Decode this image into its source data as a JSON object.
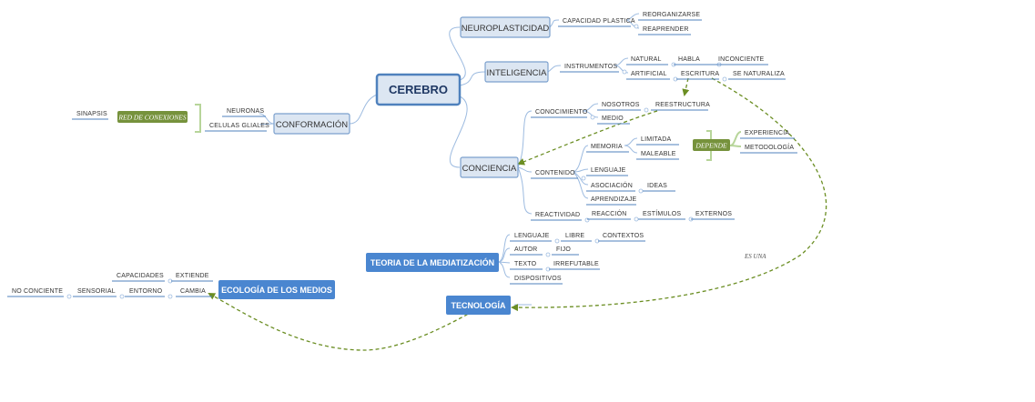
{
  "root": "CEREBRO",
  "main": {
    "neuroplasticidad": "NEUROPLASTICIDAD",
    "inteligencia": "INTELIGENCIA",
    "conciencia": "CONCIENCIA",
    "conformacion": "CONFORMACIÓN"
  },
  "topics": {
    "teoria": "TEORIA DE LA MEDIATIZACIÓN",
    "ecologia": "ECOLOGÍA DE LOS MEDIOS",
    "tecnologia": "TECNOLOGÍA"
  },
  "labels": {
    "capacidad_plastica": "CAPACIDAD PLASTICA",
    "reorganizarse": "REORGANIZARSE",
    "reaprender": "REAPRENDER",
    "instrumentos": "INSTRUMENTOS",
    "natural": "NATURAL",
    "habla": "HABLA",
    "inconciente": "INCONCIENTE",
    "artificial": "ARTIFICIAL",
    "escritura": "ESCRITURA",
    "se_naturaliza": "SE NATURALIZA",
    "conocimiento": "CONOCIMIENTO",
    "nosotros": "NOSOTROS",
    "reestructura": "REESTRUCTURA",
    "medio": "MEDIO",
    "memoria": "MEMORIA",
    "limitada": "LIMITADA",
    "maleable": "MALEABLE",
    "experiencia": "EXPERIENCIA",
    "metodologia": "METODOLOGÍA",
    "contenido": "CONTENIDO",
    "lenguaje_c": "LENGUAJE",
    "asociacion": "ASOCIACIÓN",
    "ideas": "IDEAS",
    "aprendizaje": "APRENDIZAJE",
    "reactividad": "REACTIVIDAD",
    "reaccion": "REACCIÓN",
    "estimulos": "ESTÍMULOS",
    "externos": "EXTERNOS",
    "neuronas": "NEURONAS",
    "celulas_gliales": "CELULAS GLIALES",
    "sinapsis": "SINAPSIS",
    "lenguaje_t": "LENGUAJE",
    "libre": "LIBRE",
    "contextos": "CONTEXTOS",
    "autor": "AUTOR",
    "fijo": "FIJO",
    "texto": "TEXTO",
    "irrefutable": "IRREFUTABLE",
    "dispositivos": "DISPOSITIVOS",
    "capacidades": "CAPACIDADES",
    "extiende": "EXTIENDE",
    "no_conciente": "NO CONCIENTE",
    "sensorial": "SENSORIAL",
    "entorno": "ENTORNO",
    "cambia": "CAMBIA"
  },
  "green": {
    "red_conexiones": "RED DE CONEXIONES",
    "depende": "DEPENDE"
  },
  "relationship": "ES UNA",
  "colors": {
    "root_fill": "#dce6f2",
    "root_stroke": "#4f81bd",
    "main_fill": "#dce6f2",
    "main_stroke": "#7ba0cd",
    "dark_fill": "#4a86d0",
    "green_fill": "#76923c",
    "bracket": "#b7d59a",
    "connector": "#9dbbe0",
    "underline": "#4f81bd",
    "dashed": "#6b8e23"
  }
}
